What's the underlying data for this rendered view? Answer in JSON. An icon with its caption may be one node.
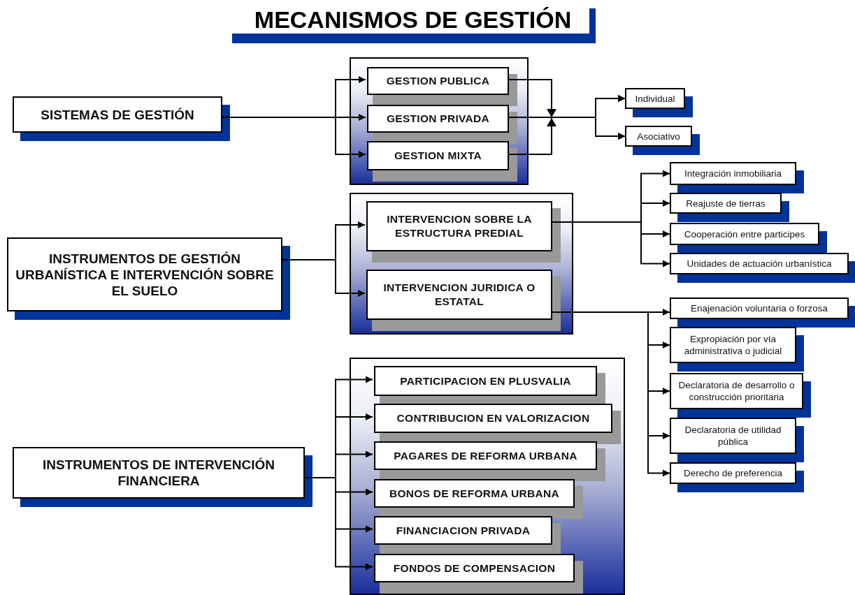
{
  "diagram": {
    "title": "MECANISMOS DE GESTIÓN",
    "nodes": [
      {
        "text": [
          "SISTEMAS DE GESTIÓN"
        ]
      },
      {
        "text": [],
        "shape": "box"
      },
      {
        "text": [
          "GESTION PUBLICA"
        ],
        "in": 1
      },
      {
        "text": [
          "GESTION PRIVADA"
        ],
        "in": 1
      },
      {
        "text": [
          "GESTION MIXTA"
        ],
        "in": 1
      },
      {
        "text": [
          "Individual"
        ]
      },
      {
        "text": [
          "Asociativo"
        ]
      },
      {
        "text": [
          "INSTRUMENTOS DE GESTIÓN URBANÍSTICA E INTERVENCIÓN SOBRE EL SUELO"
        ]
      },
      {
        "text": [],
        "shape": "box"
      },
      {
        "text": [
          "INTERVENCION SOBRE LA ESTRUCTURA PREDIAL"
        ],
        "in": 8
      },
      {
        "text": [
          "INTERVENCION JURIDICA O ESTATAL"
        ],
        "in": 8
      },
      {
        "text": [
          "Integración inmobiliaria"
        ]
      },
      {
        "text": [
          "Reajuste de tierras"
        ]
      },
      {
        "text": [
          "Cooperación entre participes"
        ]
      },
      {
        "text": [
          "Unidades de actuación urbanística"
        ]
      },
      {
        "text": [
          "Enajenación voluntaria o forzosa"
        ]
      },
      {
        "text": [
          "Expropiación por vía administrativa o judicial"
        ]
      },
      {
        "text": [
          "Declaratoria de desarrollo o construcción prioritaria"
        ]
      },
      {
        "text": [
          "Declaratoria de utilidad pública"
        ]
      },
      {
        "text": [
          "Derecho de preferencia"
        ]
      },
      {
        "text": [
          "INSTRUMENTOS DE INTERVENCIÓN FINANCIERA"
        ]
      },
      {
        "text": [],
        "shape": "box"
      },
      {
        "text": [
          "PARTICIPACION EN PLUSVALIA"
        ],
        "in": 21
      },
      {
        "text": [
          "CONTRIBUCION EN VALORIZACION"
        ],
        "in": 21
      },
      {
        "text": [
          "PAGARES DE REFORMA URBANA"
        ],
        "in": 21
      },
      {
        "text": [
          "BONOS DE REFORMA URBANA"
        ],
        "in": 21
      },
      {
        "text": [
          "FINANCIACION PRIVADA"
        ],
        "in": 21
      },
      {
        "text": [
          "FONDOS DE COMPENSACION"
        ],
        "in": 21
      }
    ],
    "edges": [
      {
        "from": 0,
        "to": 2,
        "arrow": "to"
      },
      {
        "from": 0,
        "to": 3,
        "arrow": "to"
      },
      {
        "from": 0,
        "to": 4,
        "arrow": "to"
      },
      {
        "from": 2,
        "to": 5,
        "arrow": "to"
      },
      {
        "from": 2,
        "to": 6,
        "arrow": "to"
      },
      {
        "from": 3,
        "to": 5,
        "arrow": "to"
      },
      {
        "from": 3,
        "to": 6,
        "arrow": "to"
      },
      {
        "from": 4,
        "to": 5,
        "arrow": "to"
      },
      {
        "from": 4,
        "to": 6,
        "arrow": "to"
      },
      {
        "from": 7,
        "to": 9,
        "arrow": "to"
      },
      {
        "from": 7,
        "to": 10,
        "arrow": "to"
      },
      {
        "from": 9,
        "to": 11,
        "arrow": "to"
      },
      {
        "from": 9,
        "to": 12,
        "arrow": "to"
      },
      {
        "from": 9,
        "to": 13,
        "arrow": "to"
      },
      {
        "from": 9,
        "to": 14,
        "arrow": "to"
      },
      {
        "from": 10,
        "to": 15,
        "arrow": "to"
      },
      {
        "from": 10,
        "to": 16,
        "arrow": "to"
      },
      {
        "from": 10,
        "to": 17,
        "arrow": "to"
      },
      {
        "from": 10,
        "to": 18,
        "arrow": "to"
      },
      {
        "from": 10,
        "to": 19,
        "arrow": "to"
      },
      {
        "from": 20,
        "to": 22,
        "arrow": "to"
      },
      {
        "from": 20,
        "to": 23,
        "arrow": "to"
      },
      {
        "from": 20,
        "to": 24,
        "arrow": "to"
      },
      {
        "from": 20,
        "to": 25,
        "arrow": "to"
      },
      {
        "from": 20,
        "to": 26,
        "arrow": "to"
      },
      {
        "from": 20,
        "to": 27,
        "arrow": "to"
      }
    ]
  }
}
